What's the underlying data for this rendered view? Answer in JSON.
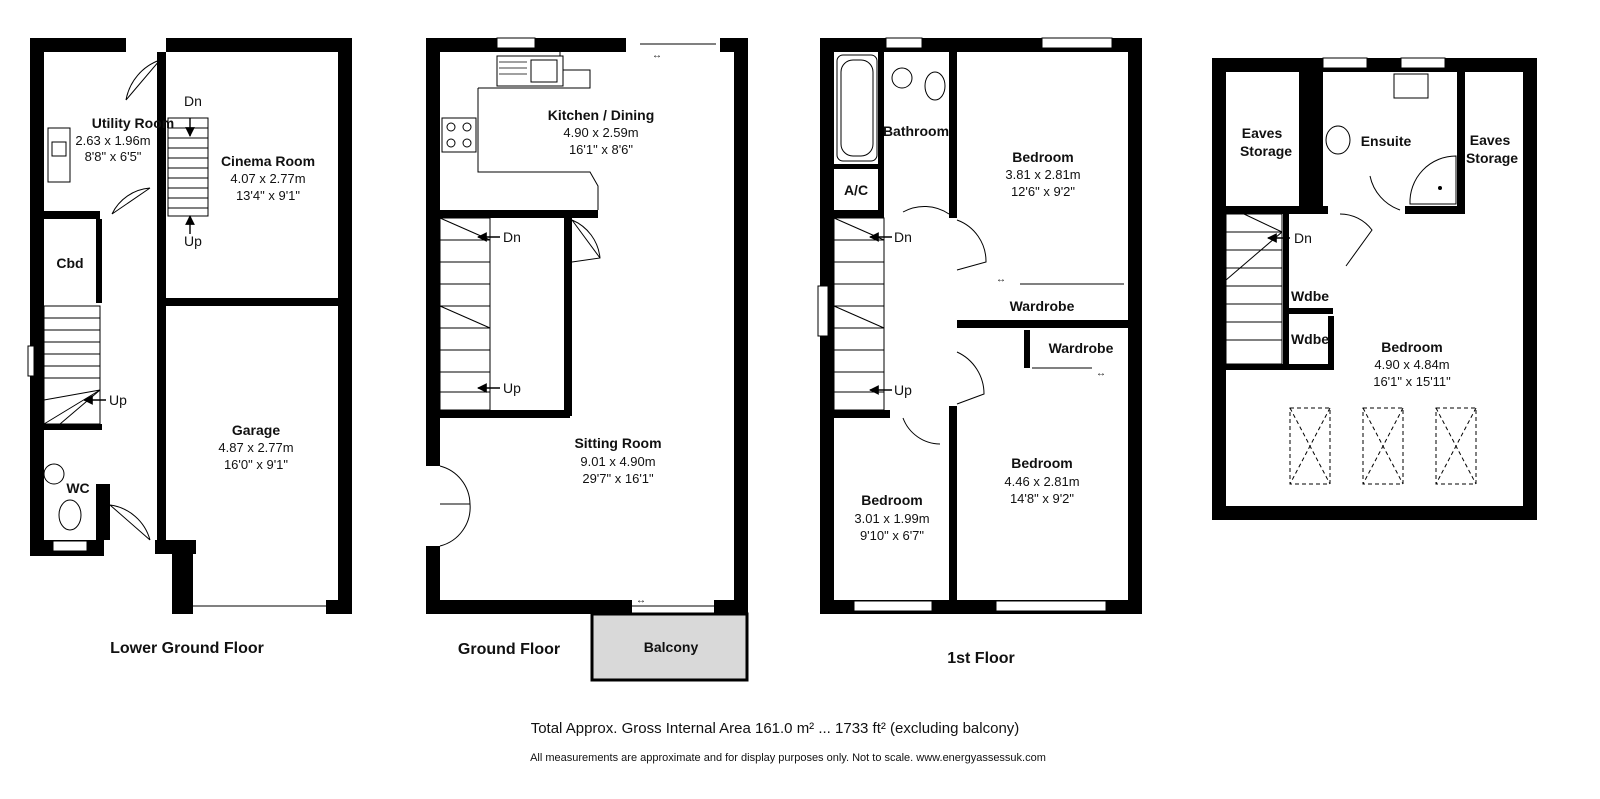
{
  "floors": {
    "lower": {
      "caption": "Lower Ground Floor",
      "utility": {
        "name": "Utility Room",
        "metric": "2.63 x 1.96m",
        "imperial": "8'8\" x 6'5\""
      },
      "cinema": {
        "name": "Cinema Room",
        "metric": "4.07 x 2.77m",
        "imperial": "13'4\" x 9'1\""
      },
      "garage": {
        "name": "Garage",
        "metric": "4.87 x 2.77m",
        "imperial": "16'0\" x 9'1\""
      },
      "cbd": "Cbd",
      "wc": "WC",
      "dn": "Dn",
      "up1": "Up",
      "up2": "Up"
    },
    "ground": {
      "caption": "Ground Floor",
      "kitchen": {
        "name": "Kitchen / Dining",
        "metric": "4.90 x 2.59m",
        "imperial": "16'1\" x 8'6\""
      },
      "sitting": {
        "name": "Sitting Room",
        "metric": "9.01 x 4.90m",
        "imperial": "29'7\" x 16'1\""
      },
      "balcony": "Balcony",
      "dn": "Dn",
      "up": "Up"
    },
    "first": {
      "caption": "1st Floor",
      "bathroom": "Bathroom",
      "ac": "A/C",
      "bed1": {
        "name": "Bedroom",
        "metric": "3.81 x 2.81m",
        "imperial": "12'6\" x 9'2\""
      },
      "wardrobe1": "Wardrobe",
      "wardrobe2": "Wardrobe",
      "bed2": {
        "name": "Bedroom",
        "metric": "4.46 x 2.81m",
        "imperial": "14'8\" x 9'2\""
      },
      "bed3": {
        "name": "Bedroom",
        "metric": "3.01 x 1.99m",
        "imperial": "9'10\" x 6'7\""
      },
      "dn": "Dn",
      "up": "Up"
    },
    "second": {
      "eaves1": [
        "Eaves",
        "Storage"
      ],
      "eaves2": [
        "Eaves",
        "Storage"
      ],
      "ensuite": "Ensuite",
      "wdbe1": "Wdbe",
      "wdbe2": "Wdbe",
      "bedroom": {
        "name": "Bedroom",
        "metric": "4.90 x 4.84m",
        "imperial": "16'1\" x 15'11\""
      },
      "dn": "Dn"
    }
  },
  "footer": {
    "area": "Total Approx. Gross Internal Area 161.0 m² ... 1733 ft² (excluding balcony)",
    "disclaimer": "All measurements are approximate and for display purposes only. Not to scale. www.energyassessuk.com"
  },
  "colors": {
    "wall": "#000000",
    "balcony": "#d9d9d9",
    "fixture": "#444444"
  }
}
